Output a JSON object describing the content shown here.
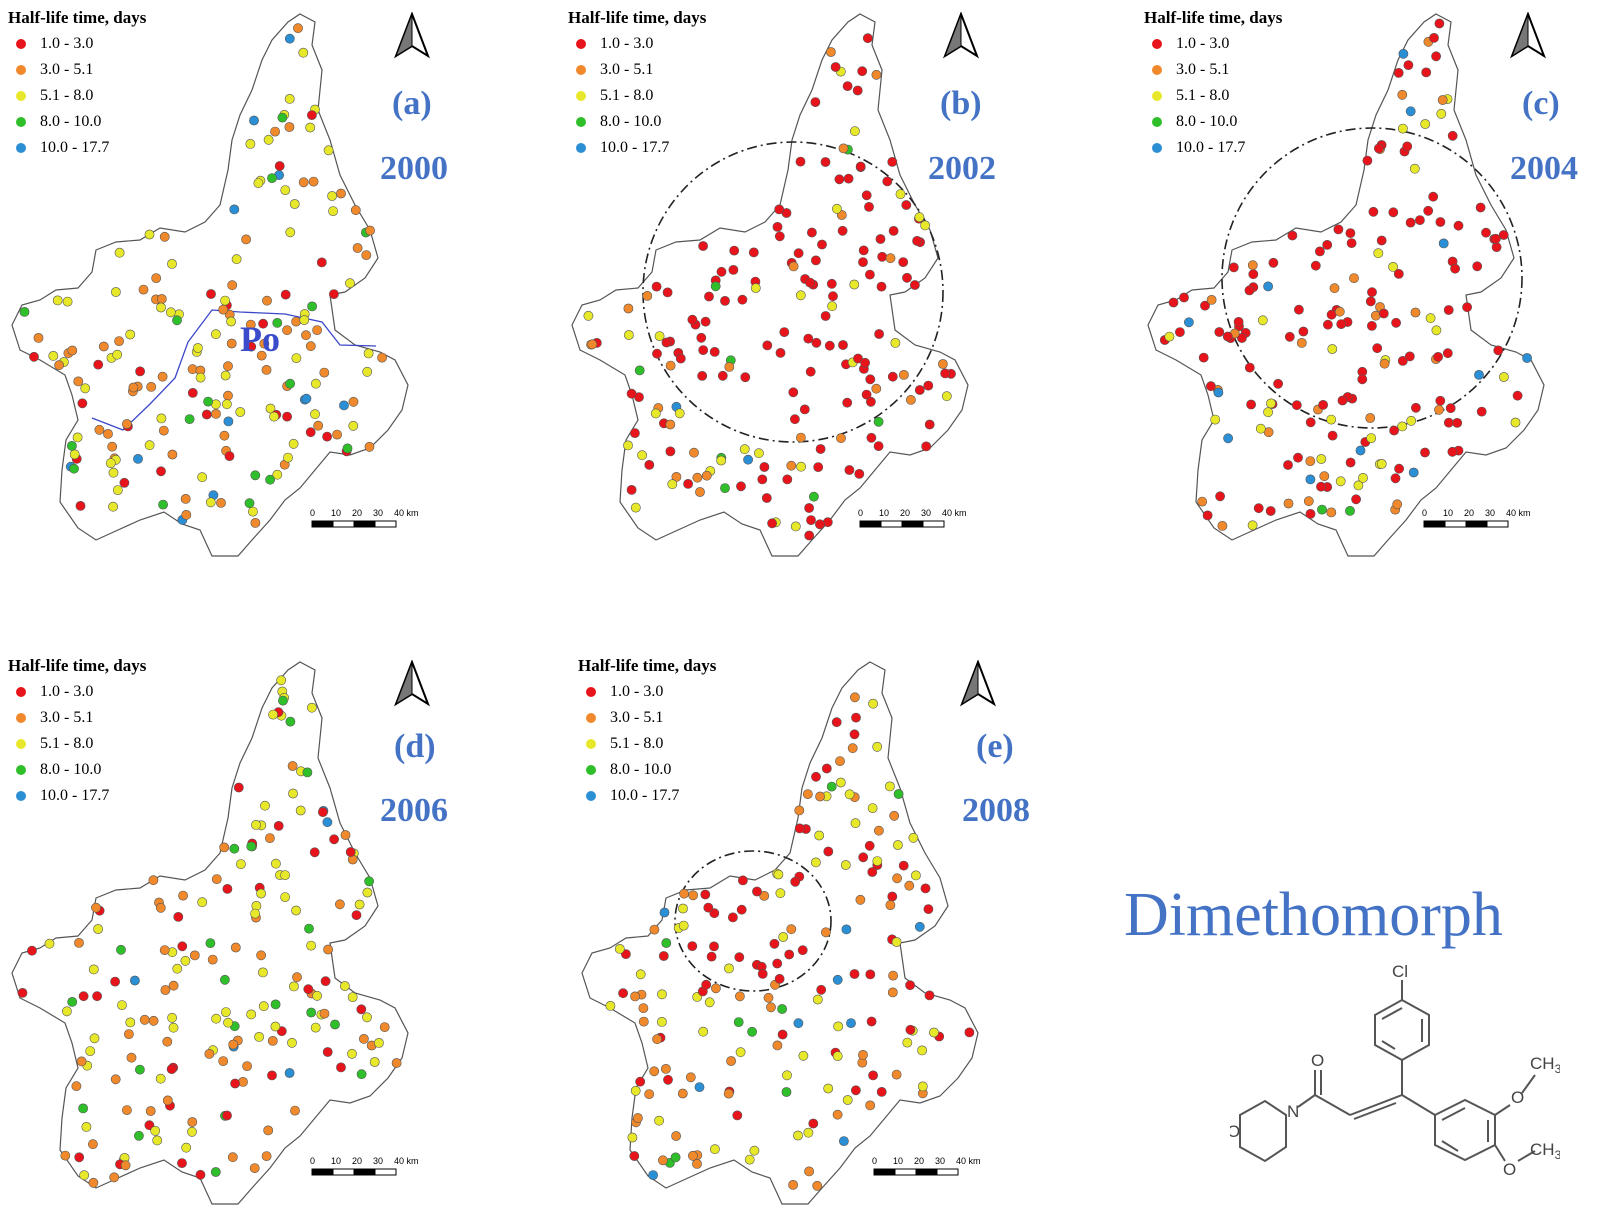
{
  "legend": {
    "title": "Half-life time, days",
    "classes": [
      {
        "label": "1.0 - 3.0",
        "color": "#e8141b"
      },
      {
        "label": "3.0 - 5.1",
        "color": "#f0892b"
      },
      {
        "label": "5.1 - 8.0",
        "color": "#e8e82a"
      },
      {
        "label": "8.0 - 10.0",
        "color": "#2fbf2a"
      },
      {
        "label": "10.0 - 17.7",
        "color": "#2b8fd6"
      }
    ]
  },
  "scalebar": {
    "ticks": [
      "0",
      "10",
      "20",
      "30",
      "40 km"
    ]
  },
  "panels": [
    {
      "letter": "(a)",
      "year": "2000",
      "river_label": "Po",
      "hotspot": "none",
      "mix": [
        0.14,
        0.36,
        0.34,
        0.09,
        0.02
      ]
    },
    {
      "letter": "(b)",
      "year": "2002",
      "river_label": "",
      "hotspot": "large-center",
      "mix": [
        0.42,
        0.25,
        0.22,
        0.07,
        0.04
      ]
    },
    {
      "letter": "(c)",
      "year": "2004",
      "river_label": "",
      "hotspot": "large-center",
      "mix": [
        0.45,
        0.23,
        0.22,
        0.03,
        0.07
      ]
    },
    {
      "letter": "(d)",
      "year": "2006",
      "river_label": "",
      "hotspot": "none",
      "mix": [
        0.17,
        0.38,
        0.29,
        0.09,
        0.07
      ]
    },
    {
      "letter": "(e)",
      "year": "2008",
      "river_label": "",
      "hotspot": "small-west",
      "mix": [
        0.22,
        0.35,
        0.33,
        0.04,
        0.06
      ]
    }
  ],
  "compound": {
    "name": "Dimethomorph",
    "atoms": {
      "cl": "Cl",
      "o": "O",
      "n": "N",
      "o_ring": "O",
      "ch3": "CH",
      "sub": "3"
    }
  }
}
